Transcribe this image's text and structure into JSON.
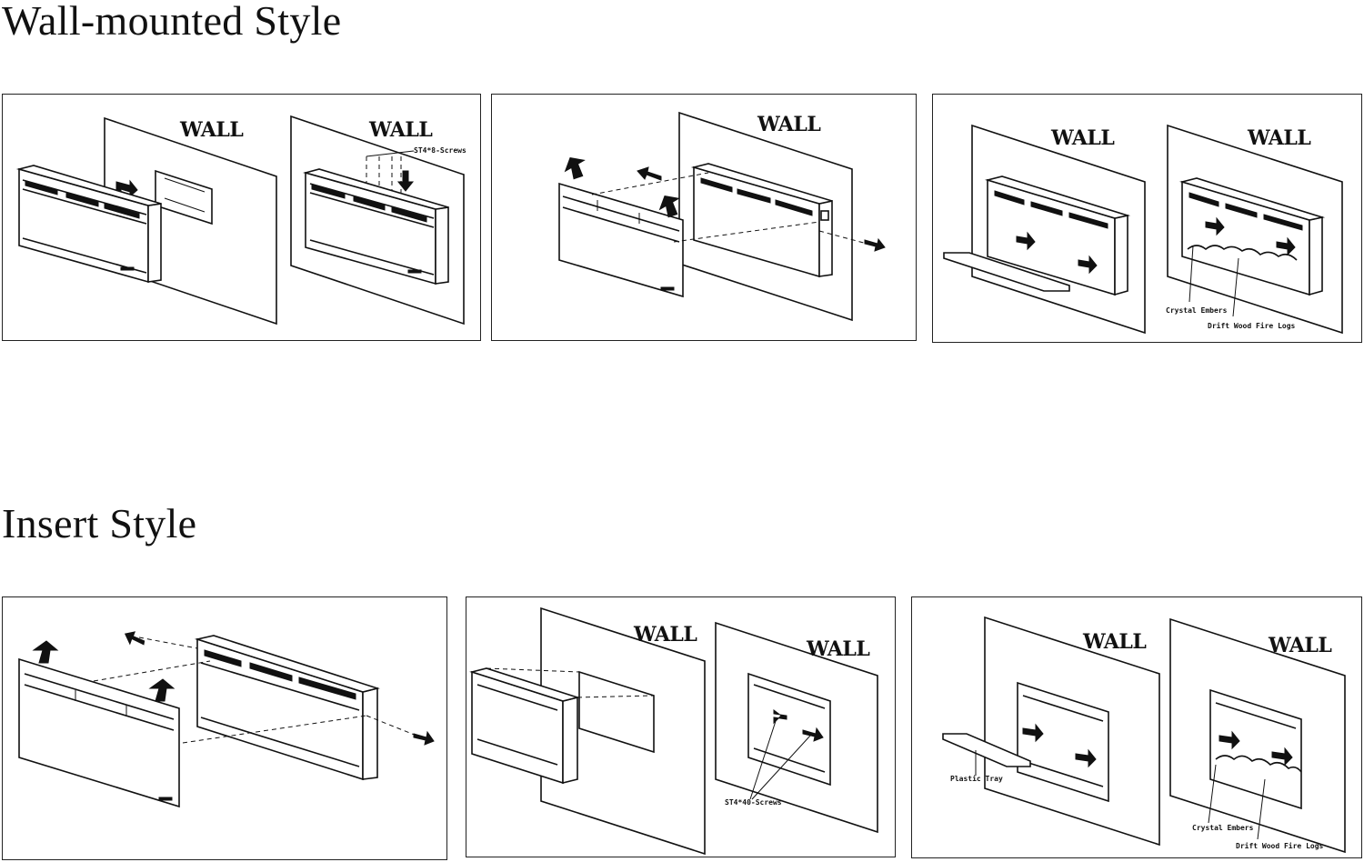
{
  "titles": {
    "wall_mounted": "Wall-mounted Style",
    "insert": "Insert Style"
  },
  "labels": {
    "wall": "WALL",
    "st4x8_screws": "ST4*8-Screws",
    "st4x40_screws": "ST4*40-Screws",
    "crystal_embers": "Crystal Embers",
    "driftwood_logs_a": "Drift Wood Fire Logs",
    "driftwood_logs_b": "Drift Wood Fire Logs",
    "plastic_tray": "Plastic Tray"
  }
}
